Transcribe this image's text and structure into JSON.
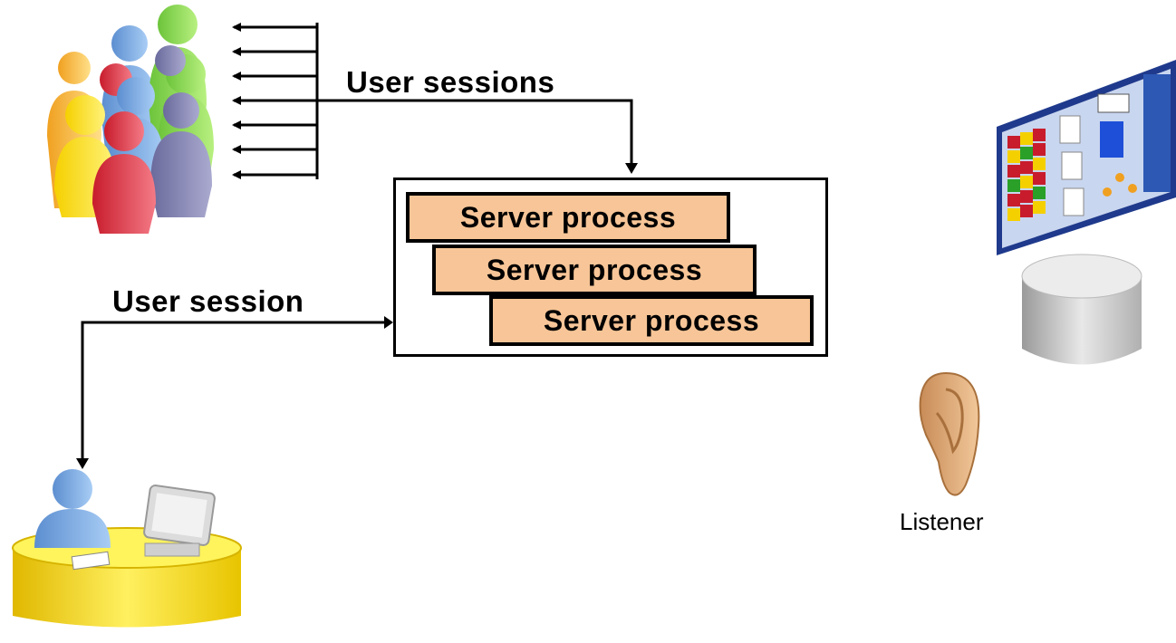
{
  "labels": {
    "user_sessions": "User sessions",
    "user_session": "User session",
    "listener": "Listener"
  },
  "server_processes": [
    "Server process",
    "Server process",
    "Server process"
  ],
  "icons": [
    "user-group-icon",
    "single-user-workstation-icon",
    "server-rack-icon",
    "database-cylinder-icon",
    "ear-icon"
  ],
  "colors": {
    "server_process_fill": "#f7c597",
    "line": "#000000"
  }
}
